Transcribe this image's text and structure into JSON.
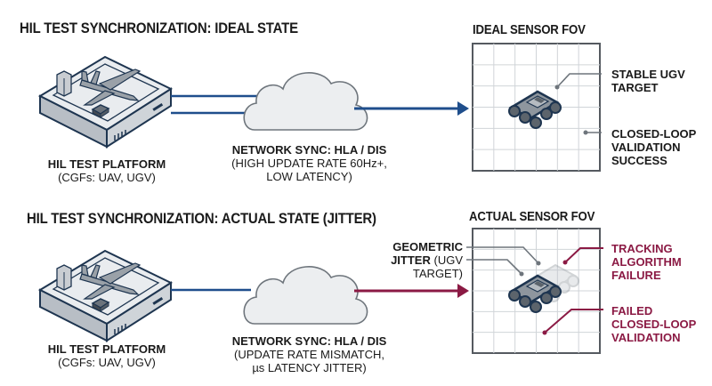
{
  "colors": {
    "blue": "#1f4e8c",
    "crimson": "#8b1a44",
    "outline": "#1e3550",
    "grid": "#d0d4d8",
    "frame": "#555a60"
  },
  "ideal": {
    "title": "HIL TEST SYNCHRONIZATION: IDEAL STATE",
    "platform": {
      "name": "HIL TEST PLATFORM",
      "detail": "(CGFs: UAV, UGV)"
    },
    "network": {
      "name": "NETWORK SYNC: HLA / DIS",
      "detail_line1": "(HIGH UPDATE RATE 60Hz+,",
      "detail_line2": "LOW LATENCY)"
    },
    "fov_title": "IDEAL SENSOR FOV",
    "callouts": [
      {
        "lines": [
          "STABLE UGV",
          "TARGET"
        ]
      },
      {
        "lines": [
          "CLOSED-LOOP",
          "VALIDATION",
          "SUCCESS"
        ]
      }
    ]
  },
  "actual": {
    "title": "HIL TEST SYNCHRONIZATION: ACTUAL STATE (JITTER)",
    "platform": {
      "name": "HIL TEST PLATFORM",
      "detail": "(CGFs: UAV, UGV)"
    },
    "network": {
      "name": "NETWORK SYNC: HLA / DIS",
      "detail_line1": "(UPDATE RATE MISMATCH,",
      "detail_line2": "µs LATENCY JITTER)"
    },
    "fov_title": "ACTUAL SENSOR FOV",
    "jitter_label": {
      "line1": "GEOMETRIC",
      "line2_bold": "JITTER",
      "line2_rest": " (UGV",
      "line3": "TARGET)"
    },
    "callouts": [
      {
        "lines": [
          "TRACKING",
          "ALGORITHM",
          "FAILURE"
        ]
      },
      {
        "lines": [
          "FAILED",
          "CLOSED-LOOP",
          "VALIDATION"
        ]
      }
    ]
  }
}
